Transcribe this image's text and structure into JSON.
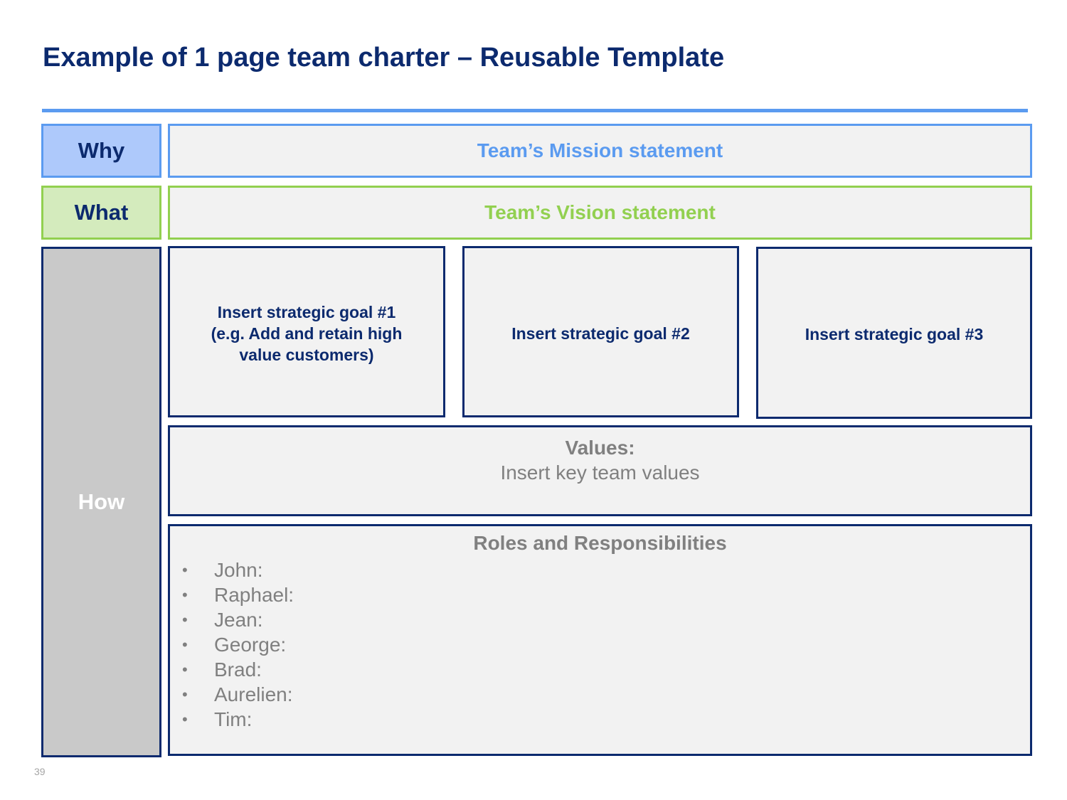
{
  "title": "Example of 1 page team charter – Reusable Template",
  "rows": {
    "why": {
      "label": "Why",
      "text": "Team’s Mission statement"
    },
    "what": {
      "label": "What",
      "text": "Team’s Vision statement"
    },
    "how": {
      "label": "How"
    }
  },
  "goals": [
    {
      "lines": [
        "Insert strategic goal #1",
        "(e.g. Add and retain high",
        "value customers)"
      ]
    },
    {
      "lines": [
        "Insert strategic goal #2"
      ]
    },
    {
      "lines": [
        "Insert strategic goal #3"
      ]
    }
  ],
  "values": {
    "title": "Values:",
    "body": "Insert key team values"
  },
  "roles": {
    "title": "Roles and Responsibilities",
    "bullet": "•",
    "items": [
      "John:",
      "Raphael:",
      "Jean:",
      "George:",
      "Brad:",
      "Aurelien:",
      "Tim:"
    ]
  },
  "page_number": "39",
  "colors": {
    "navy": "#0c2a6e",
    "blue_accent": "#5b9bf0",
    "green_accent": "#92d050",
    "why_fill": "#aec9fb",
    "what_fill": "#d4ebbd",
    "how_fill": "#c9c9c9",
    "box_fill": "#f2f2f2",
    "gray_text": "#808080"
  }
}
